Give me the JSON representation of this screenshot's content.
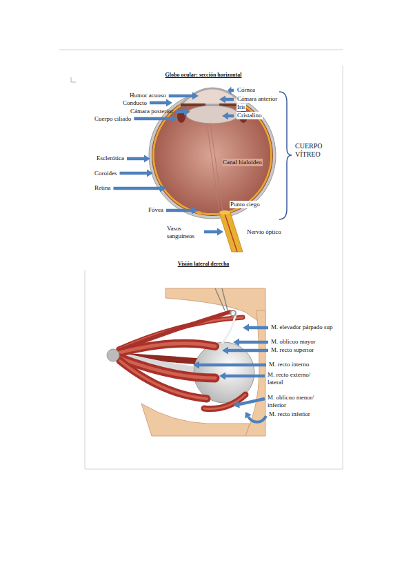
{
  "diagram": {
    "title": "Globo ocular: sección horizontal",
    "labels": [
      "Humor acuoso",
      "Conducto",
      "Cámara posterior",
      "Cuerpo ciliado",
      "Córnea",
      "Cámara anterior",
      "Iris",
      "Cristalino",
      "CUERPO VÍTREO",
      "Canal hialoideo",
      "Esclerótica",
      "Coroides",
      "Retina",
      "Fóvea",
      "Punto ciego",
      "Vasos sanguíneos",
      "Nervio óptico",
      "Visión lateral derecha",
      "M. elevador párpado sup",
      "M. oblicuo mayor",
      "M. recto superior",
      "M. recto interno",
      "M. recto externo/ lateral",
      "M. oblicuo menor/ inferior",
      "M. recto inferior"
    ]
  }
}
